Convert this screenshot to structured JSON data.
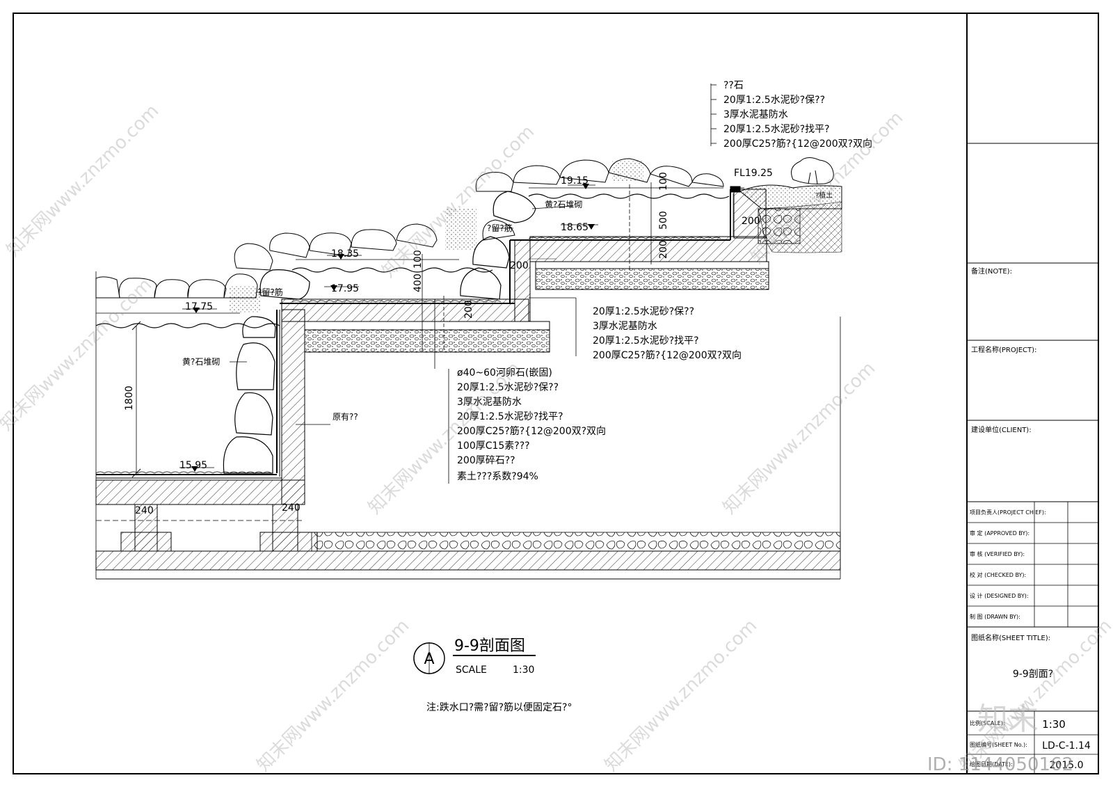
{
  "drawing": {
    "elevations": {
      "fl": "FL19.25",
      "top_pool": "19.15",
      "top_pool_bottom": "18.65",
      "mid_pool": "18.35",
      "mid_pool_bottom": "17.95",
      "low_pool": "17.75",
      "low_pool_bottom": "15.95"
    },
    "dims": {
      "d100a": "100",
      "d500": "500",
      "d200a": "200",
      "d200b": "200",
      "d200c": "200",
      "d100b": "100",
      "d400": "400",
      "d200d": "200",
      "d1800": "1800",
      "d240a": "240",
      "d240b": "240"
    },
    "labels": {
      "rock_top": "黄?石堆砌",
      "rebar_top": "?留?筋",
      "rebar_mid": "?留?筋",
      "rock_left": "黄?石堆砌",
      "existing": "原有??",
      "soil": "?植土"
    },
    "spec_top": [
      "??石",
      "20厚1:2.5水泥砂?保??",
      "3厚水泥基防水",
      "20厚1:2.5水泥砂?找平?",
      "200厚C25?筋?{12@200双?双向"
    ],
    "spec_mid": [
      "20厚1:2.5水泥砂?保??",
      "3厚水泥基防水",
      "20厚1:2.5水泥砂?找平?",
      "200厚C25?筋?{12@200双?双向"
    ],
    "spec_bottom": [
      "ø40~60河卵石(嵌固)",
      "20厚1:2.5水泥砂?保??",
      "3厚水泥基防水",
      "20厚1:2.5水泥砂?找平?",
      "200厚C25?筋?{12@200双?双向",
      "100厚C15素???",
      "200厚碎石??",
      "素土???系数?94%"
    ],
    "section_mark": "A",
    "section_title": "9-9剖面图",
    "scale_label": "SCALE",
    "scale_value": "1:30",
    "note": "注:跌水口?需?留?筋以便固定石?°"
  },
  "title_block": {
    "note_label": "备注(NOTE):",
    "project_label": "工程名称(PROJECT):",
    "client_label": "建设单位(CLIENT):",
    "roles": [
      "项目负责人(PROJECT CHIEF):",
      "审 定 (APPROVED BY):",
      "审 核 (VERIFIED BY):",
      "校 对 (CHECKED BY):",
      "设 计 (DESIGNED BY):",
      "制 图 (DRAWN BY):"
    ],
    "sheet_title_label": "图纸名称(SHEET TITLE):",
    "sheet_title": "9-9剖面?",
    "scale_row_label": "比例(SCALE):",
    "scale_row_value": "1:30",
    "sheet_no_label": "图纸编号(SHEET No.):",
    "sheet_no_value": "LD-C-1.14",
    "date_label": "绘图日期(DATE):",
    "date_value": "2015.0"
  },
  "watermark": {
    "text": "知末网www.znzmo.com",
    "brand": "知末",
    "id": "ID: 1144050162"
  }
}
